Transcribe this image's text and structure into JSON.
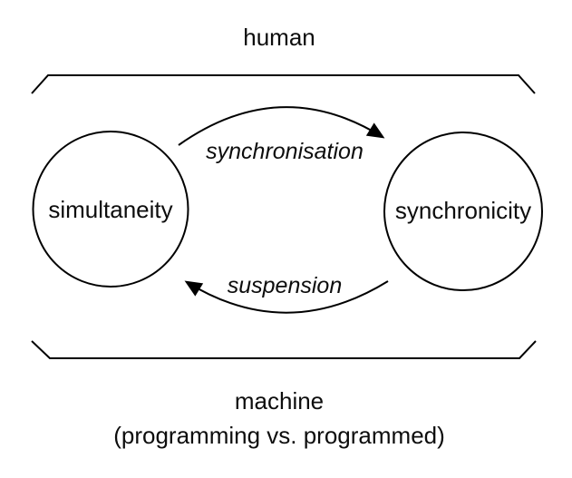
{
  "diagram": {
    "top_label": "human",
    "bottom_label": "machine",
    "bottom_sublabel": "(programming vs. programmed)",
    "left_node_label": "simultaneity",
    "right_node_label": "synchronicity",
    "forward_arrow_label": "synchronisation",
    "backward_arrow_label": "suspension",
    "colors": {
      "line": "#000000",
      "text": "#0d0d0d",
      "background": "#ffffff"
    }
  }
}
